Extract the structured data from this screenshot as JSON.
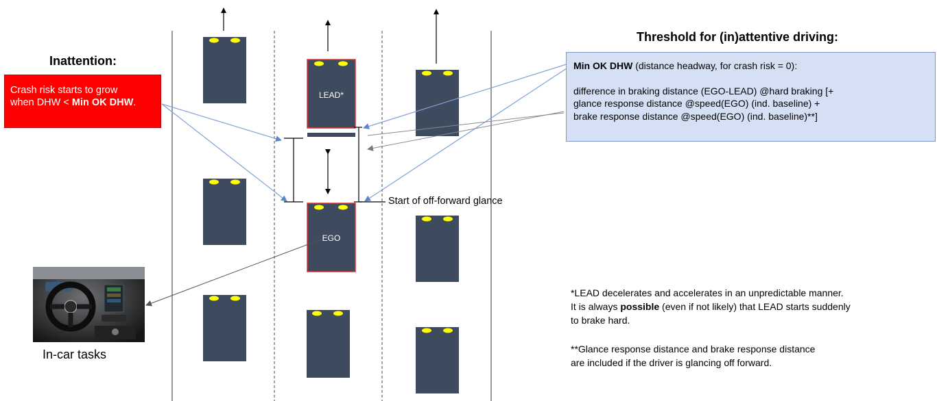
{
  "threshold_title": "Threshold for (in)attentive driving:",
  "inattention_title": "Inattention:",
  "crash_risk": {
    "line1": "Crash risk starts to grow",
    "line2_prefix": "when DHW < ",
    "line2_bold": "Min OK DHW",
    "line2_suffix": "."
  },
  "definition": {
    "term": "Min OK DHW",
    "term_suffix": " (distance headway, for crash risk = 0):",
    "line1": "difference in braking distance (EGO-LEAD)  @hard braking [+",
    "line2": "glance response distance @speed(EGO) (ind. baseline) +",
    "line3": "brake response distance @speed(EGO) (ind. baseline)**]"
  },
  "cars": {
    "lead_label": "LEAD*",
    "ego_label": "EGO"
  },
  "start_glance_label": "Start of off-forward glance",
  "incar_label": "In-car tasks",
  "note1": {
    "line1": "*LEAD decelerates and accelerates in an unpredictable manner.",
    "line2_prefix": "It is always ",
    "line2_bold": "possible",
    "line2_suffix": "  (even if not likely) that LEAD starts suddenly",
    "line3": "to brake hard."
  },
  "note2": {
    "line1": "**Glance response distance and brake response distance",
    "line2": "are included if the driver is glancing off forward."
  },
  "colors": {
    "car_body": "#3e4a5e",
    "headlight": "#ffff00",
    "highlight_border": "#e03030",
    "red_box": "#ff0000",
    "blue_box": "#d6e0f4",
    "arrow_blue": "#7fa2d6"
  }
}
